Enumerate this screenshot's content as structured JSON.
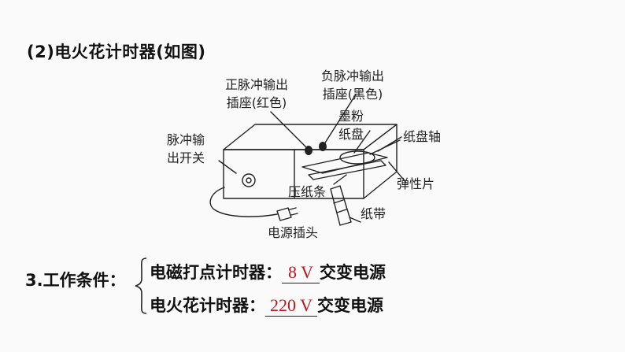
{
  "heading": "(2)电火花计时器(如图)",
  "diagram": {
    "labels": {
      "pos_socket": [
        "正脉冲输出",
        "插座(红色)"
      ],
      "neg_socket": [
        "负脉冲输出",
        "插座(黑色)"
      ],
      "ink_disc": [
        "墨粉",
        "纸盘"
      ],
      "reel_axis": "纸盘轴",
      "pulse_switch": [
        "脉冲输",
        "出开关"
      ],
      "spring_piece": "弹性片",
      "paper_press": "压纸条",
      "paper_tape": "纸带",
      "power_plug": "电源插头"
    }
  },
  "conditions": {
    "title": "3.工作条件：",
    "rows": [
      {
        "device": "电磁打点计时器：",
        "voltage": "8 V",
        "suffix": "交变电源"
      },
      {
        "device": "电火花计时器：",
        "voltage": "220 V",
        "suffix": "交变电源"
      }
    ]
  },
  "colors": {
    "answer": "#c0151b",
    "text": "#111111",
    "background": "#fafafa"
  }
}
